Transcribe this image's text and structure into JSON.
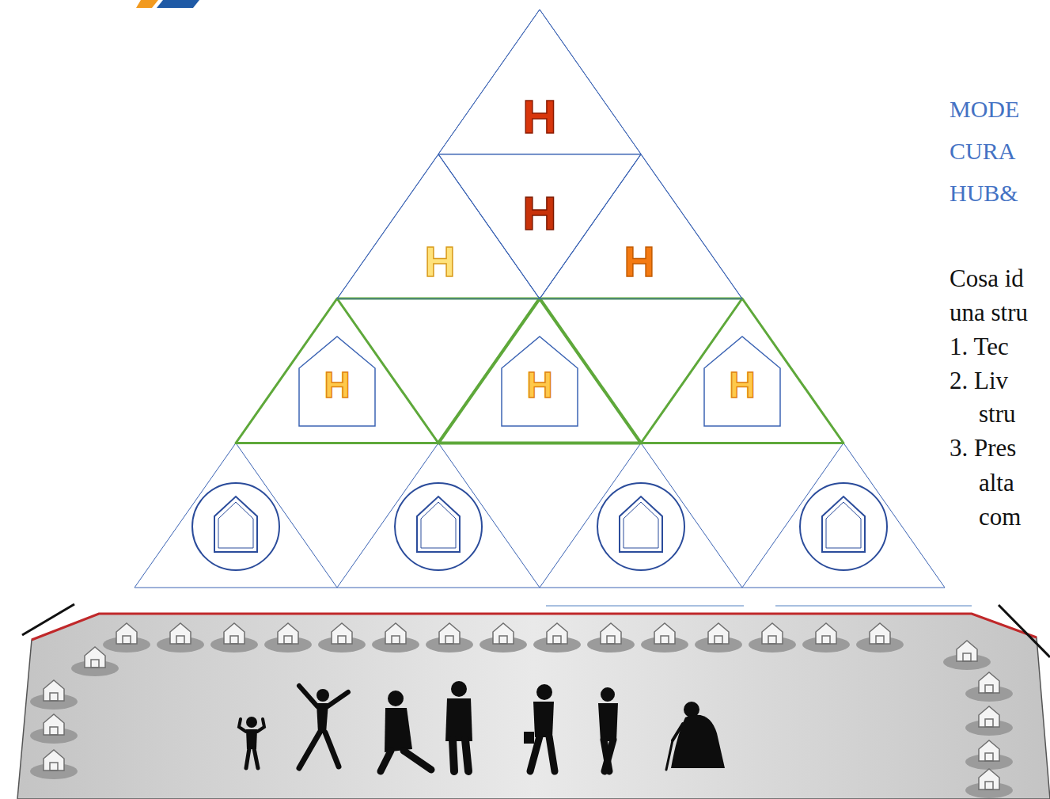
{
  "diagram": {
    "nodes": [
      {
        "text": [
          "H"
        ]
      },
      {
        "text": [
          "H"
        ]
      },
      {
        "text": [
          "H"
        ]
      },
      {
        "text": [
          "H"
        ]
      },
      {
        "text": [
          "H"
        ]
      },
      {
        "text": [
          "H"
        ]
      },
      {
        "text": [
          "H"
        ]
      }
    ],
    "labels": [
      "MODE",
      "CURA",
      "HUB&",
      "Cosa id",
      "una stru",
      "1. Tec",
      "2. Liv",
      "stru",
      "3. Pres",
      "alta",
      "com"
    ]
  }
}
